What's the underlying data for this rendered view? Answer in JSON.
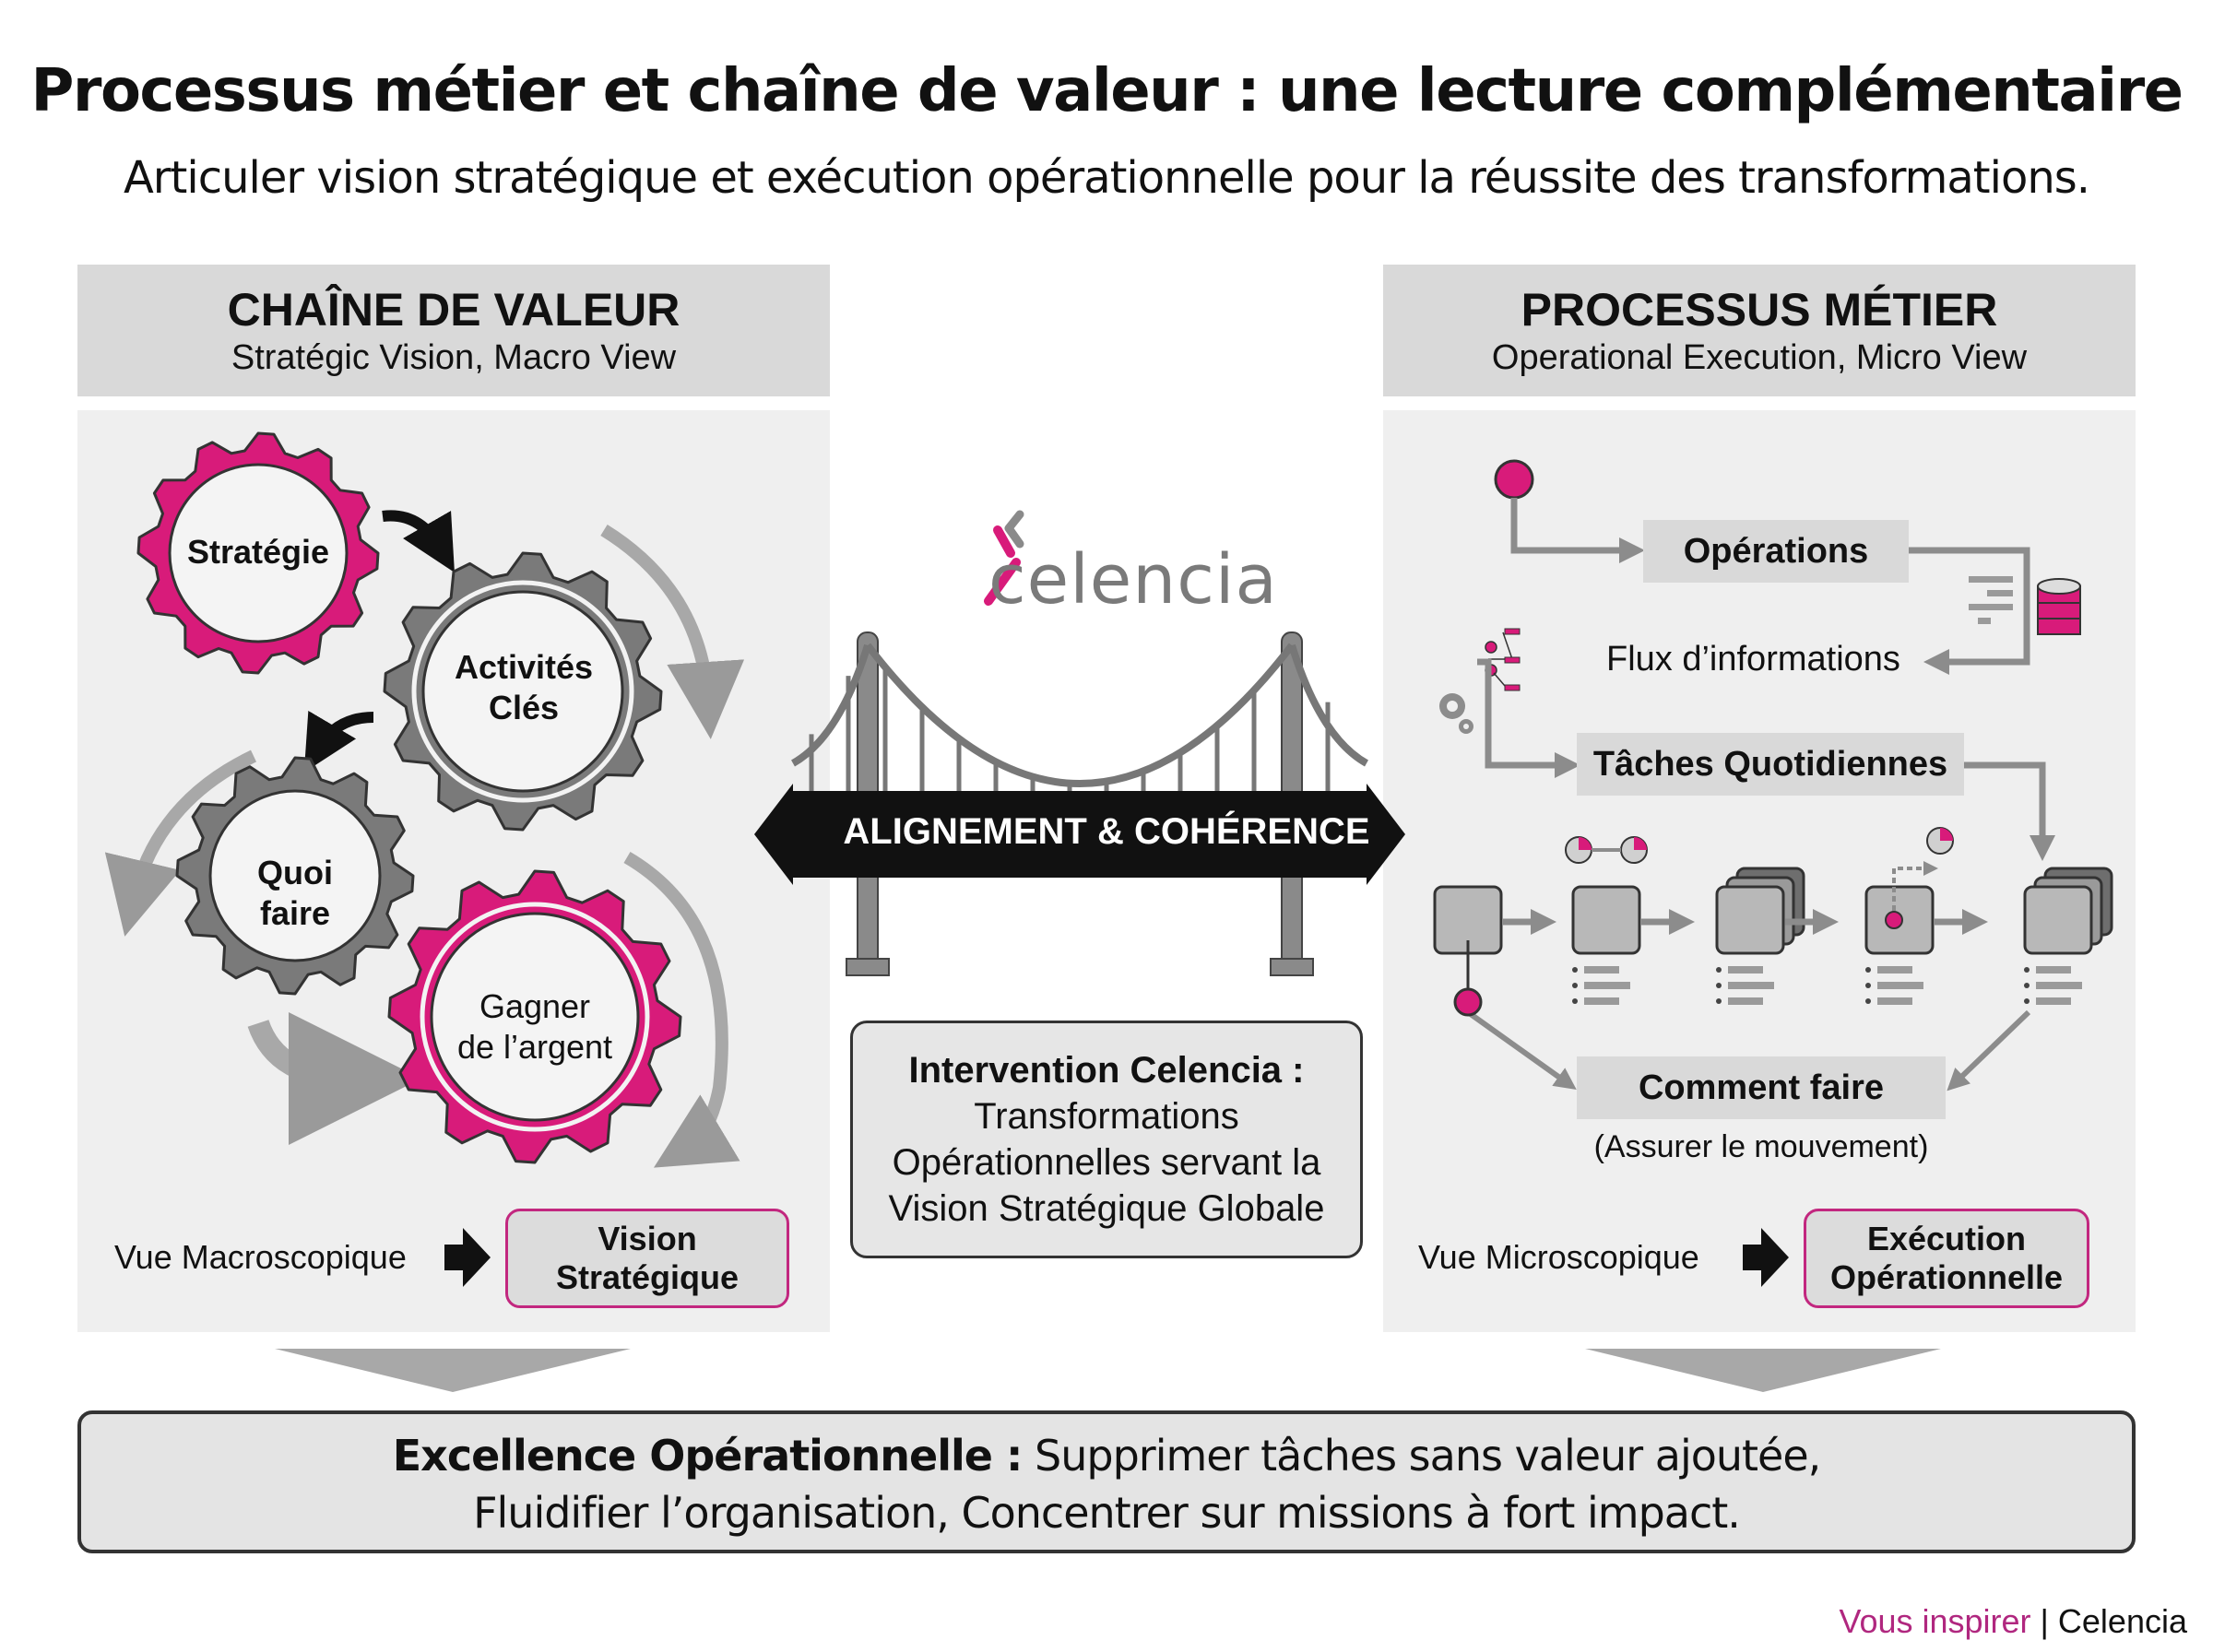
{
  "header": {
    "title": "Processus métier et chaîne de valeur : une lecture complémentaire",
    "subtitle": "Articuler vision stratégique et exécution opérationnelle pour la réussite des transformations."
  },
  "colors": {
    "accent_pink": "#d81b7a",
    "gear_gray": "#7a7a7a",
    "panel_header_bg": "#d9d9d9",
    "panel_body_bg": "#efefef",
    "footer_pink": "#b0277f"
  },
  "left_panel": {
    "heading": "CHAÎNE DE VALEUR",
    "subheading": "Stratégic Vision, Macro View",
    "gears": [
      {
        "label_line1": "Stratégie",
        "label_line2": "",
        "color": "pink"
      },
      {
        "label_line1": "Activités",
        "label_line2": "Clés",
        "color": "gray"
      },
      {
        "label_line1": "Quoi",
        "label_line2": "faire",
        "color": "gray"
      },
      {
        "label_line1": "Gagner",
        "label_line2": "de l’argent",
        "color": "pink"
      }
    ],
    "caption": "Vue Macroscopique",
    "result_line1": "Vision",
    "result_line2": "Stratégique"
  },
  "center": {
    "logo_text": "celencia",
    "bridge_label": "ALIGNEMENT & COHÉRENCE",
    "intervention_title": "Intervention Celencia :",
    "intervention_line1": "Transformations",
    "intervention_line2": "Opérationnelles servant la",
    "intervention_line3": "Vision Stratégique Globale"
  },
  "right_panel": {
    "heading": "PROCESSUS MÉTIER",
    "subheading": "Operational Execution, Micro View",
    "operations_label": "Opérations",
    "flux_label": "Flux d’informations",
    "taches_label": "Tâches Quotidiennes",
    "comment_label": "Comment faire",
    "comment_sub": "(Assurer le mouvement)",
    "caption": "Vue Microscopique",
    "result_line1": "Exécution",
    "result_line2": "Opérationnelle",
    "icons": [
      "start-node-icon",
      "database-icon",
      "list-lines-icon",
      "info-flow-icon",
      "gears-icon",
      "clock-icon",
      "task-card-icon"
    ]
  },
  "bottom": {
    "bold_lead": "Excellence Opérationnelle :",
    "line1_rest": " Supprimer tâches sans valeur ajoutée,",
    "line2": "Fluidifier l’organisation, Concentrer sur missions à fort impact."
  },
  "footer": {
    "tagline": "Vous inspirer",
    "separator": " | ",
    "brand": "Celencia"
  }
}
